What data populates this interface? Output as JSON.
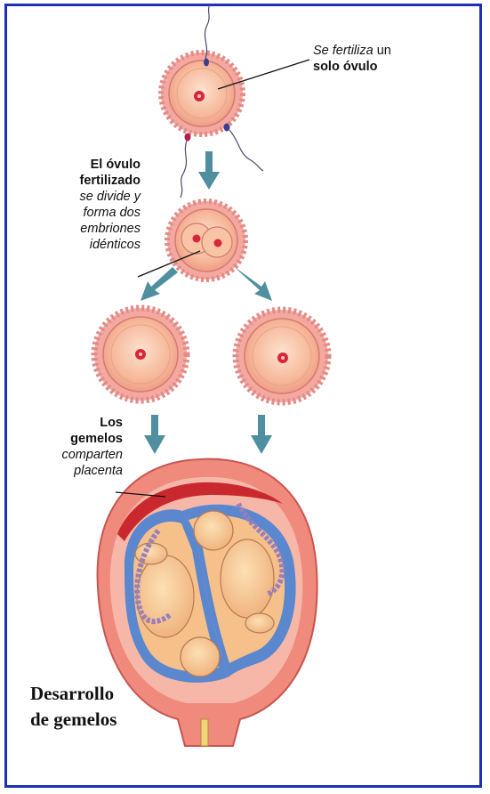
{
  "labels": {
    "fertilize": {
      "italic": "Se fertiliza",
      "normal": " un",
      "bold": "solo óvulo"
    },
    "divide": {
      "bold1": "El óvulo",
      "bold2": "fertilizado",
      "italic1": "se divide y",
      "italic2": "forma dos",
      "italic3": "embriones",
      "italic4": "idénticos"
    },
    "twins": {
      "bold1": "Los",
      "bold2": "gemelos",
      "italic1": "comparten",
      "italic2": "placenta"
    },
    "title_line1": "Desarrollo",
    "title_line2": "de gemelos"
  },
  "colors": {
    "frame": "#1b2fb8",
    "ovum": "#f4b08e",
    "ovum_ring": "#e88f8a",
    "nucleus": "#d8253a",
    "arrow": "#4f8fa0",
    "uterus": "#e8766a",
    "placenta": "#c8282e",
    "fluid": "#3f7fd6",
    "embryo": "#f6c48e",
    "cord": "#9a7fb8"
  }
}
